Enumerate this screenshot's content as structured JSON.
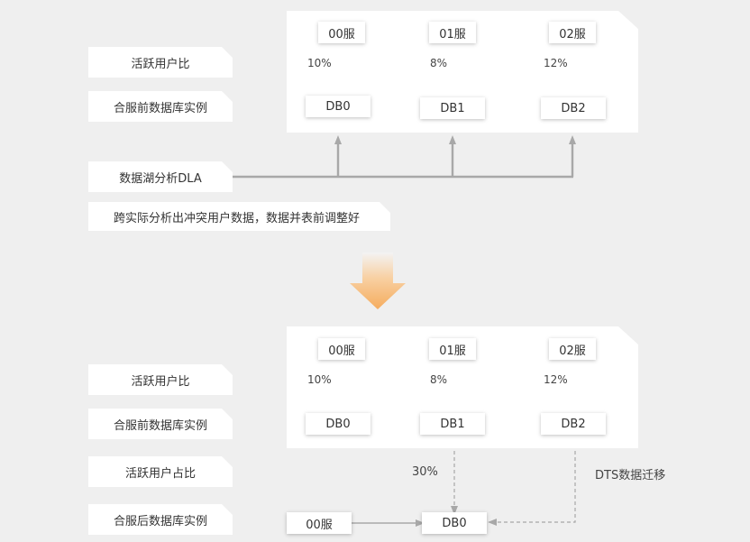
{
  "top": {
    "labels": {
      "active_ratio": "活跃用户比",
      "db_before": "合服前数据库实例",
      "dla": "数据湖分析DLA",
      "note": "跨实际分析出冲突用户数据，数据并表前调整好"
    },
    "servers": [
      "00服",
      "01服",
      "02服"
    ],
    "percents": [
      "10%",
      "8%",
      "12%"
    ],
    "dbs": [
      "DB0",
      "DB1",
      "DB2"
    ]
  },
  "bottom": {
    "labels": {
      "active_ratio": "活跃用户比",
      "db_before": "合服前数据库实例",
      "active_share": "活跃用户占比",
      "db_after": "合服后数据库实例"
    },
    "servers": [
      "00服",
      "01服",
      "02服"
    ],
    "percents": [
      "10%",
      "8%",
      "12%"
    ],
    "dbs": [
      "DB0",
      "DB1",
      "DB2"
    ],
    "merged_percent": "30%",
    "dts_label": "DTS数据迁移",
    "merged_server": "00服",
    "merged_db": "DB0"
  },
  "colors": {
    "background": "#efefef",
    "arrow_orange": "#f5b36b",
    "line": "#a8a8a8"
  }
}
